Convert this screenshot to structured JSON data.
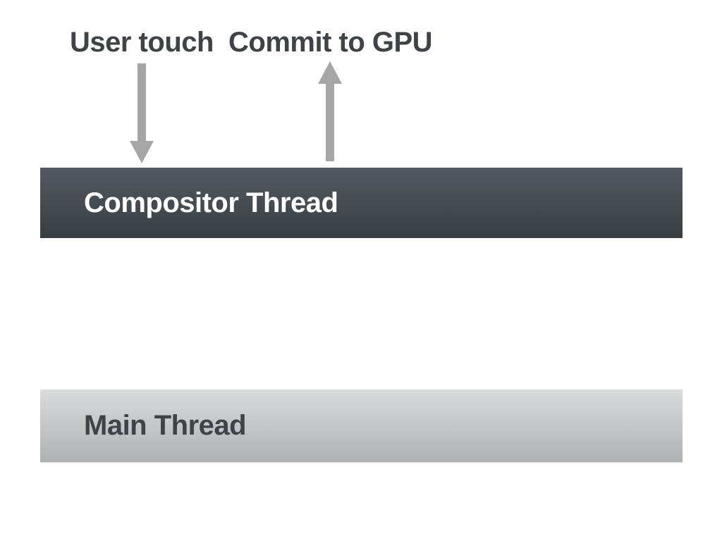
{
  "diagram": {
    "title_hint": "Compositor vs Main thread event flow",
    "annotations": {
      "user_touch": "User touch",
      "commit_to_gpu": "Commit to GPU"
    },
    "threads": {
      "compositor": "Compositor Thread",
      "main": "Main Thread"
    },
    "icons": {
      "down": "arrow-down-icon",
      "up": "arrow-up-icon"
    }
  },
  "colors": {
    "background": "#ffffff",
    "label_text": "#3f4347",
    "arrow_color": "#a6a6a6",
    "compositor_top": "#545a62",
    "compositor_bottom": "#393d43",
    "compositor_text": "#ffffff",
    "main_top": "#d9dadb",
    "main_bottom": "#afb2b3",
    "main_text": "#3f4347"
  }
}
